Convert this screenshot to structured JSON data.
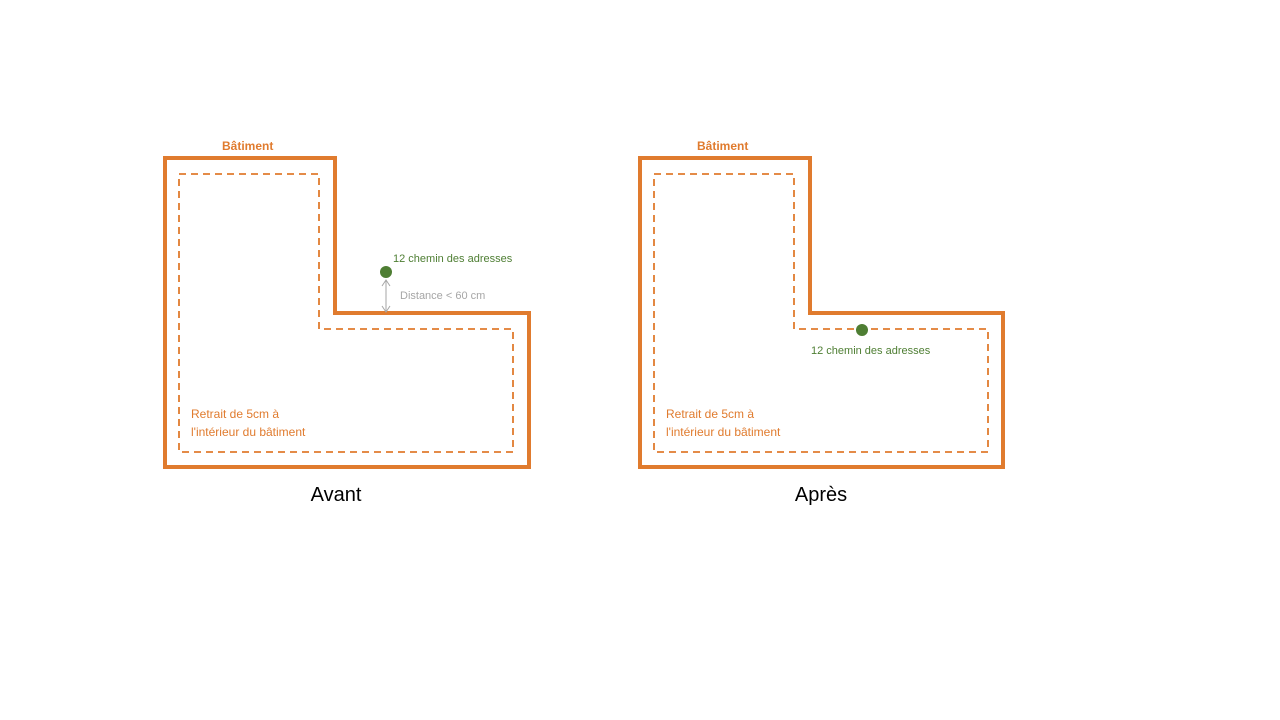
{
  "colors": {
    "building": "#E07B2E",
    "point": "#4E7E33",
    "point_text": "#4E7E33",
    "dimension": "#A6A6A6",
    "caption": "#000000"
  },
  "panels": [
    {
      "id": "avant",
      "building_label": "Bâtiment",
      "inset_label_line1": "Retrait de 5cm à",
      "inset_label_line2": "l'intérieur du bâtiment",
      "point_label": "12 chemin des adresses",
      "distance_label": "Distance < 60 cm",
      "caption": "Avant"
    },
    {
      "id": "apres",
      "building_label": "Bâtiment",
      "inset_label_line1": "Retrait de 5cm à",
      "inset_label_line2": "l'intérieur du bâtiment",
      "point_label": "12 chemin des adresses",
      "caption": "Après"
    }
  ]
}
